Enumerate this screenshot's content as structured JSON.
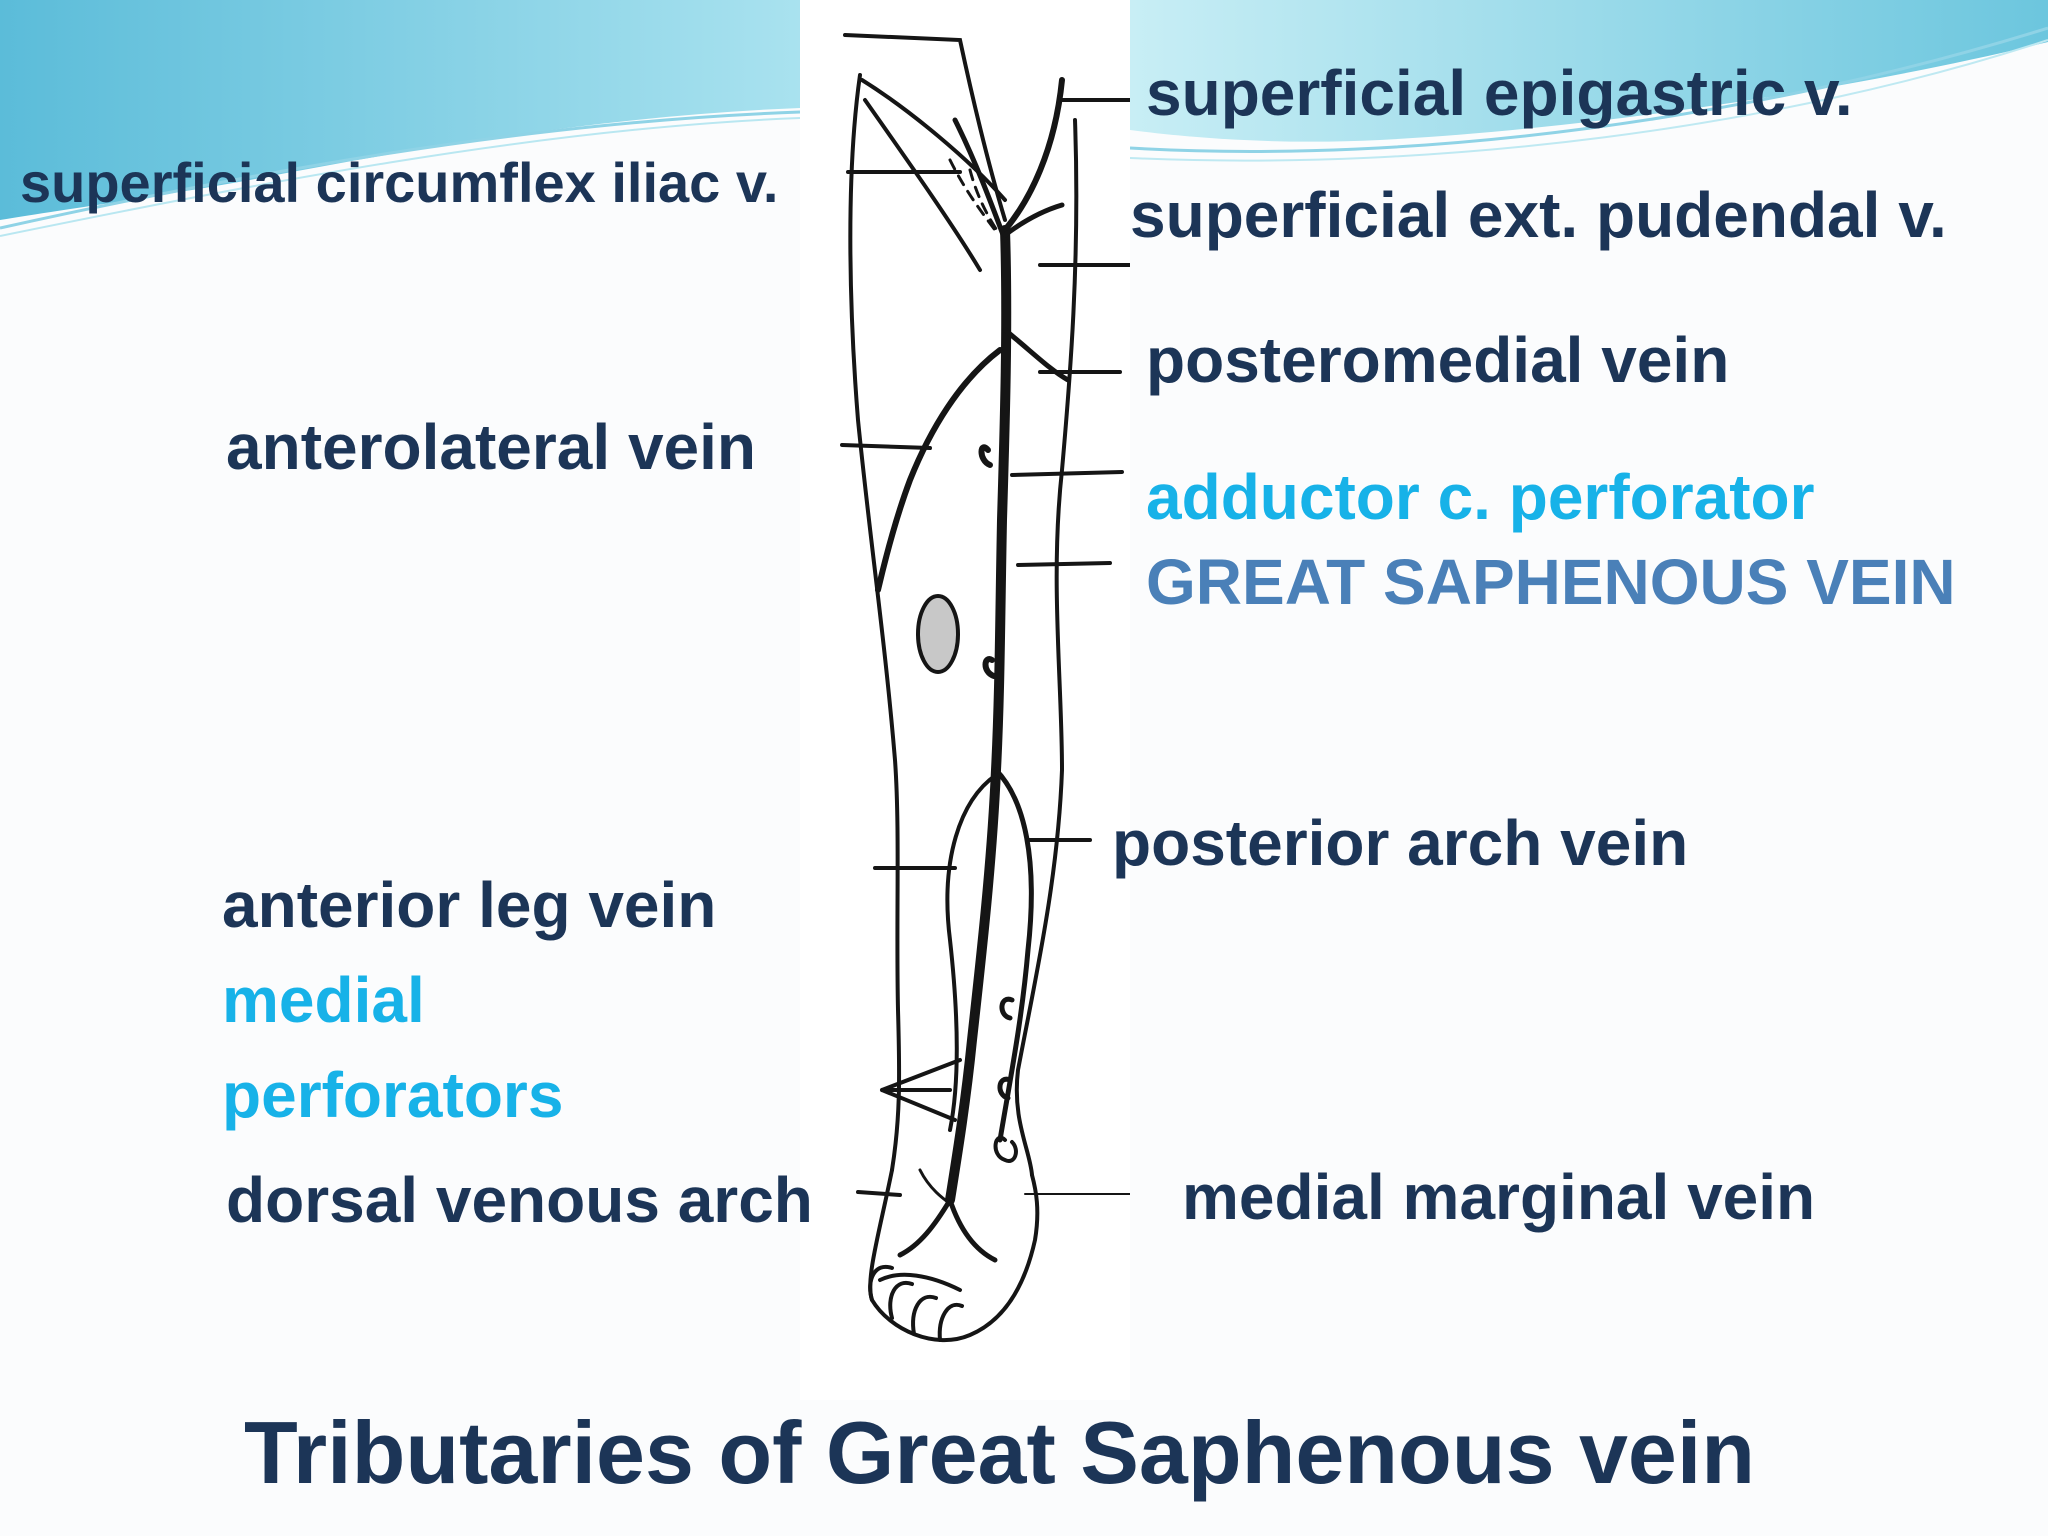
{
  "diagram": {
    "title": "Tributaries of Great Saphenous vein",
    "labels": {
      "superficial_epigastric": "superficial epigastric v.",
      "superficial_circumflex_iliac": "superficial circumflex iliac v.",
      "superficial_ext_pudendal": "superficial ext. pudendal v.",
      "posteromedial": "posteromedial vein",
      "anterolateral": "anterolateral vein",
      "adductor_perforator": "adductor c. perforator",
      "great_saphenous": "GREAT SAPHENOUS VEIN",
      "posterior_arch": "posterior arch vein",
      "anterior_leg": "anterior leg vein",
      "medial_perforators_line1": "medial",
      "medial_perforators_line2": "perforators",
      "dorsal_venous_arch": "dorsal venous arch",
      "medial_marginal": "medial marginal vein"
    }
  },
  "colors": {
    "label_dark": "#1c3557",
    "label_accent": "#17b2e8",
    "label_mid": "#4a80b8",
    "header_wave": "#7fcde3",
    "drawing_ink": "#151515"
  }
}
